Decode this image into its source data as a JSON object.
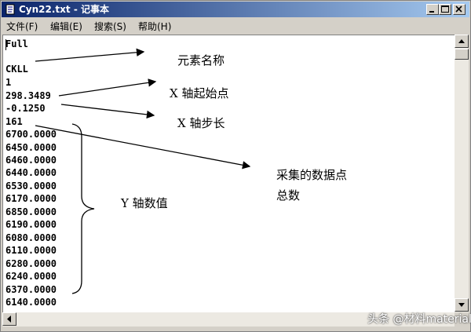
{
  "window": {
    "title": "Cyn22.txt - 记事本"
  },
  "menu": {
    "items": [
      "文件(F)",
      "编辑(E)",
      "搜索(S)",
      "帮助(H)"
    ]
  },
  "content": {
    "lines": [
      "Full",
      "",
      "CKLL",
      "1",
      "298.3489",
      "-0.1250",
      "161",
      "6700.0000",
      "6450.0000",
      "6460.0000",
      "6440.0000",
      "6530.0000",
      "6170.0000",
      "6850.0000",
      "6190.0000",
      "6080.0000",
      "6110.0000",
      "6280.0000",
      "6240.0000",
      "6370.0000",
      "6140.0000"
    ]
  },
  "annotations": {
    "element_name": "元素名称",
    "x_start": "X 轴起始点",
    "x_step": "X 轴步长",
    "total_points_line1": "采集的数据点",
    "total_points_line2": "总数",
    "y_values": "Y 轴数值"
  },
  "watermark": "头条 @材料material",
  "colors": {
    "titlebar_start": "#0a246a",
    "titlebar_end": "#a6caf0",
    "chrome": "#d4d0c8"
  }
}
